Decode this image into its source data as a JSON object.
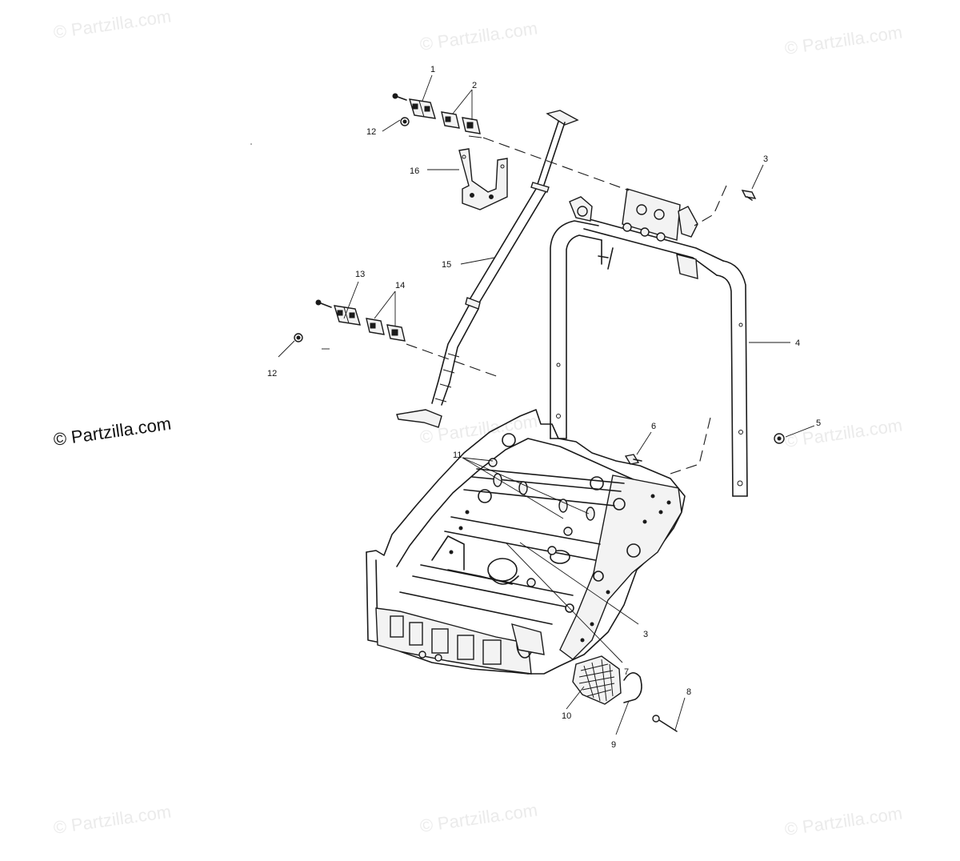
{
  "watermarks": {
    "text": "© Partzilla.com",
    "primary_text": "© Partzilla.com"
  },
  "callouts": {
    "c1": "1",
    "c2": "2",
    "c3_top": "3",
    "c3_bottom": "3",
    "c4": "4",
    "c5": "5",
    "c6": "6",
    "c7": "7",
    "c8": "8",
    "c9": "9",
    "c10": "10",
    "c11": "11",
    "c12_top": "12",
    "c12_mid": "12",
    "c13": "13",
    "c14": "14",
    "c15": "15",
    "c16": "16"
  },
  "colors": {
    "line_art": "#1a1a1a",
    "watermark": "#ebebeb",
    "background": "#ffffff"
  }
}
